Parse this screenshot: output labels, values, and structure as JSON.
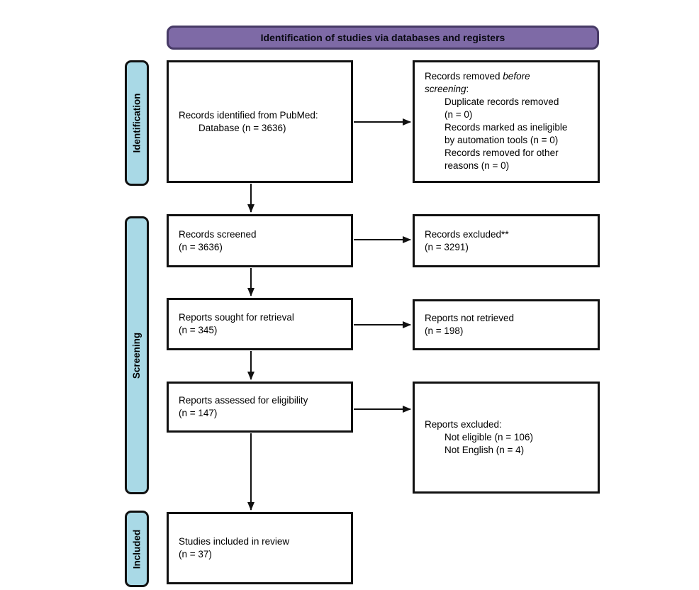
{
  "header": {
    "title": "Identification of studies via databases and registers"
  },
  "stages": [
    {
      "label": "Identification"
    },
    {
      "label": "Screening"
    },
    {
      "label": "Included"
    }
  ],
  "flow_boxes": {
    "records_identified": {
      "lines": [
        {
          "text": "Records identified from PubMed:"
        },
        {
          "text": "Database (n = 3636)",
          "indent": 1
        }
      ]
    },
    "records_removed": {
      "lines": [
        {
          "parts": [
            {
              "text": "Records removed "
            },
            {
              "text": "before",
              "italic": true
            }
          ]
        },
        {
          "parts": [
            {
              "text": "screening",
              "italic": true
            },
            {
              "text": ":"
            }
          ]
        },
        {
          "text": "Duplicate records removed",
          "indent": 1
        },
        {
          "text": "(n = 0)",
          "indent": 1
        },
        {
          "text": "Records marked as ineligible",
          "indent": 1
        },
        {
          "text": "by automation tools (n = 0)",
          "indent": 1
        },
        {
          "text": "Records removed for other",
          "indent": 1
        },
        {
          "text": "reasons (n = 0)",
          "indent": 1
        }
      ]
    },
    "records_screened": {
      "lines": [
        {
          "text": "Records screened"
        },
        {
          "text": "(n = 3636)"
        }
      ]
    },
    "records_excluded": {
      "lines": [
        {
          "text": "Records excluded**"
        },
        {
          "text": "(n = 3291)"
        }
      ]
    },
    "reports_sought": {
      "lines": [
        {
          "text": "Reports sought for retrieval"
        },
        {
          "text": "(n = 345)"
        }
      ]
    },
    "reports_not_retrieved": {
      "lines": [
        {
          "text": "Reports not retrieved"
        },
        {
          "text": "(n = 198)"
        }
      ]
    },
    "reports_assessed": {
      "lines": [
        {
          "text": "Reports assessed for eligibility"
        },
        {
          "text": "(n = 147)"
        }
      ]
    },
    "reports_excluded": {
      "lines": [
        {
          "text": "Reports excluded:"
        },
        {
          "text": "Not eligible (n = 106)",
          "indent": 1
        },
        {
          "text": "Not English (n = 4)",
          "indent": 1
        }
      ]
    },
    "studies_included": {
      "lines": [
        {
          "text": "Studies included in review"
        },
        {
          "text": "(n = 37)"
        }
      ]
    }
  },
  "colors": {
    "header_fill": "#7E6AA6",
    "header_border": "#473A66",
    "stage_fill": "#A9D9E6",
    "stage_border": "#111111",
    "box_border": "#111111",
    "arrow": "#111111"
  }
}
